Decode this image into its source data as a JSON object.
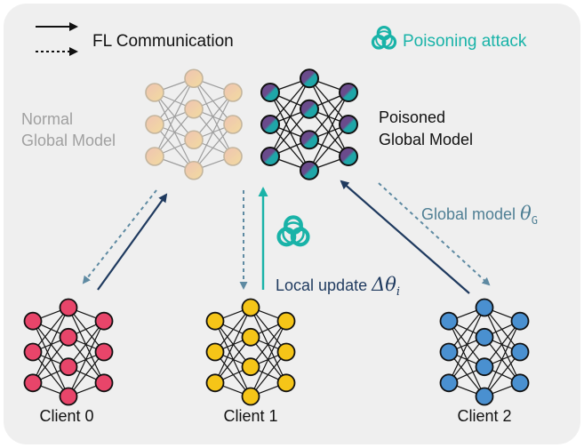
{
  "legend": {
    "communication_label": "FL Communication",
    "poisoning_label": "Poisoning attack",
    "poisoning_icon": "biohazard-icon"
  },
  "global": {
    "normal_line1": "Normal",
    "normal_line2": "Global Model",
    "poisoned_line1": "Poisoned",
    "poisoned_line2": "Global Model",
    "global_model_label": "Global model ",
    "global_model_symbol": "θ",
    "global_model_subscript": "G"
  },
  "local": {
    "update_label": "Local update ",
    "update_symbol": "Δθ",
    "update_subscript": "i"
  },
  "clients": [
    {
      "label": "Client 0",
      "color": "#e8456a"
    },
    {
      "label": "Client 1",
      "color": "#f5c518"
    },
    {
      "label": "Client 2",
      "color": "#4a90d0"
    }
  ],
  "colors": {
    "panel_bg": "#efefef",
    "normal_node": "#f3d78c",
    "normal_node_tint": "#f0b9a4",
    "poisoned_node_a": "#1fa6a8",
    "poisoned_node_b": "#6a4b8c",
    "attack_teal": "#19b3a8",
    "arrow_dark": "#1f3a5f",
    "arrow_dashed": "#5e8aa2",
    "grey_text": "#a0a0a0",
    "blue_text": "#4f7f94"
  }
}
